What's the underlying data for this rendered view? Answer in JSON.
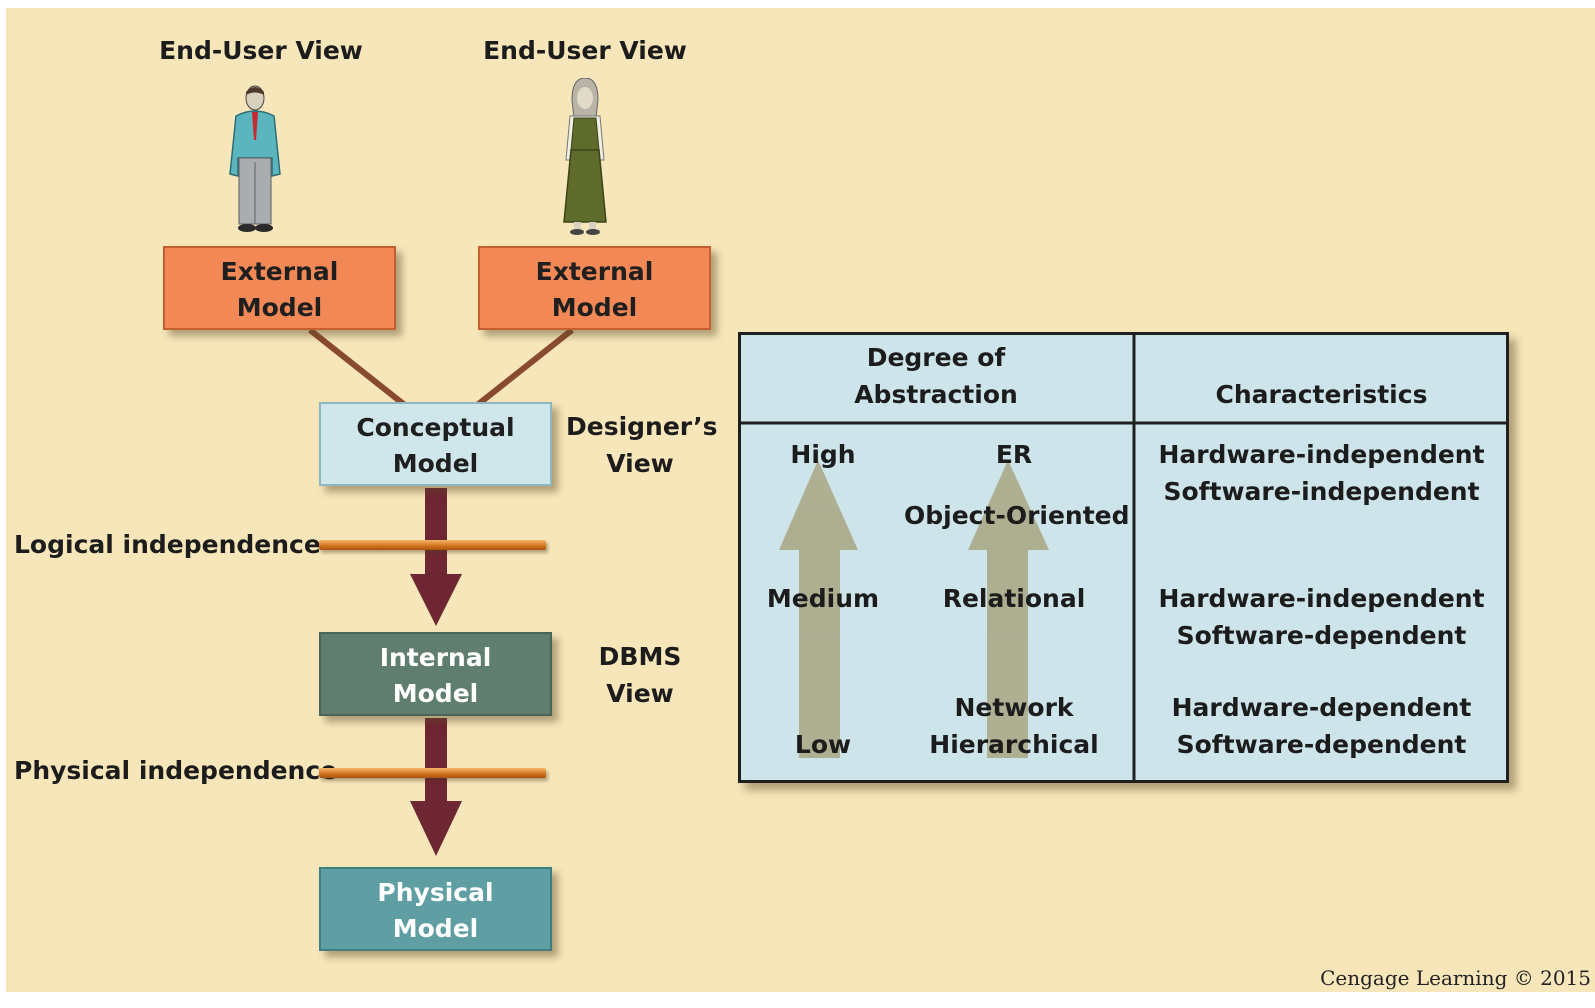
{
  "views": {
    "end_user_left": "End-User View",
    "end_user_right": "End-User View",
    "designer_line1": "Designer’s",
    "designer_line2": "View",
    "dbms_line1": "DBMS",
    "dbms_line2": "View"
  },
  "models": {
    "external_left": [
      "External",
      "Model"
    ],
    "external_right": [
      "External",
      "Model"
    ],
    "conceptual": [
      "Conceptual",
      "Model"
    ],
    "internal": [
      "Internal",
      "Model"
    ],
    "physical": [
      "Physical",
      "Model"
    ]
  },
  "independence": {
    "logical": "Logical independence",
    "physical": "Physical independence"
  },
  "table": {
    "header_abstraction": [
      "Degree of",
      "Abstraction"
    ],
    "header_characteristics": "Characteristics",
    "levels": {
      "high": "High",
      "medium": "Medium",
      "low": "Low"
    },
    "models": {
      "er": "ER",
      "object_oriented": "Object-Oriented",
      "relational": "Relational",
      "network": "Network",
      "hierarchical": "Hierarchical"
    },
    "characteristics": [
      [
        "Hardware-independent",
        "Software-independent"
      ],
      [
        "Hardware-independent",
        "Software-dependent"
      ],
      [
        "Hardware-dependent",
        "Software-dependent"
      ]
    ]
  },
  "credit": "Cengage Learning © 2015",
  "colors": {
    "background": "#f6e6b9",
    "external_model": "#f28855",
    "conceptual_model": "#cfe6ea",
    "internal_model": "#607e6f",
    "physical_model": "#5f9ea3",
    "connector": "#8a4a30",
    "flow_arrow": "#6e2632",
    "independence_bar": "#e08a2c",
    "table_bg": "#cde4ea",
    "abstraction_arrow": "#a7a581"
  },
  "icons": [
    "man-figure-icon",
    "woman-figure-icon"
  ]
}
